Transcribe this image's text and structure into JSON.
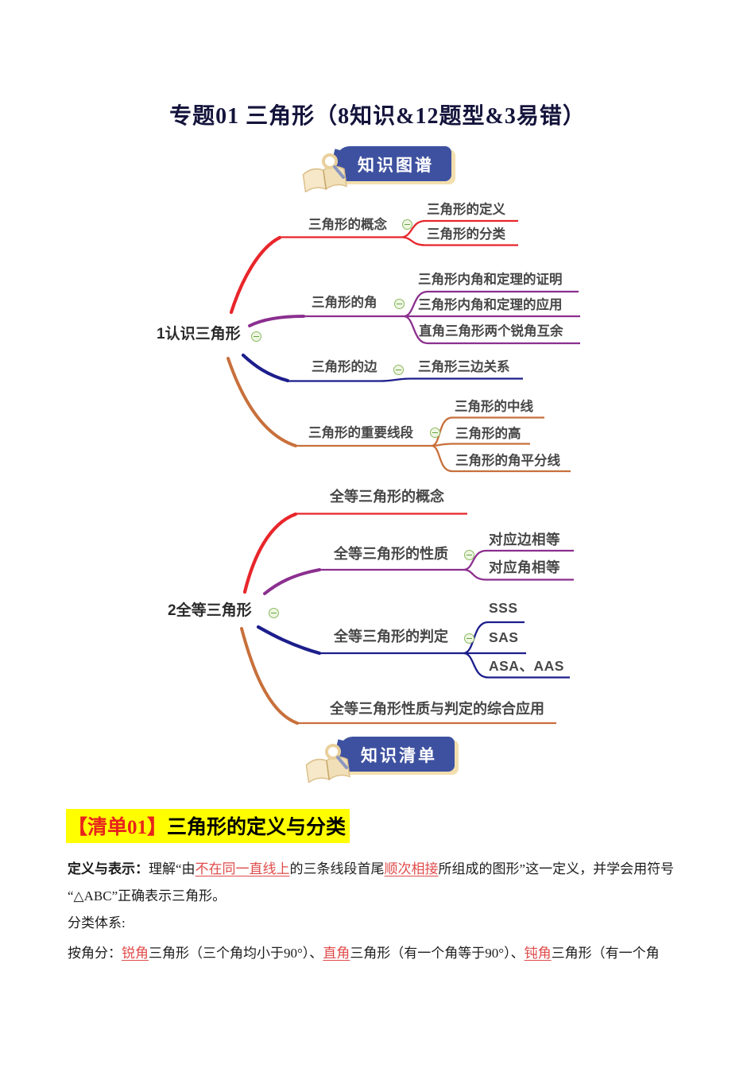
{
  "title": "专题01 三角形（8知识&12题型&3易错）",
  "banners": {
    "map": "知识图谱",
    "list": "知识清单"
  },
  "colors": {
    "red_branch": "#e8262b",
    "purple_branch": "#8b2f8f",
    "navy_branch": "#1c1e8c",
    "orange_branch": "#c8703c",
    "banner_blue": "#3e51a0",
    "banner_cream": "#f3dfae",
    "highlight_yellow": "#ffff00",
    "heading_red": "#e8231d",
    "accent_red_text": "#e04b4b",
    "collapse_green": "#66a33e"
  },
  "mindmap": {
    "roots": [
      {
        "label": "1认识三角形",
        "branches": [
          {
            "label": "三角形的概念",
            "children": [
              "三角形的定义",
              "三角形的分类"
            ]
          },
          {
            "label": "三角形的角",
            "children": [
              "三角形内角和定理的证明",
              "三角形内角和定理的应用",
              "直角三角形两个锐角互余"
            ]
          },
          {
            "label": "三角形的边",
            "children": [
              "三角形三边关系"
            ]
          },
          {
            "label": "三角形的重要线段",
            "children": [
              "三角形的中线",
              "三角形的高",
              "三角形的角平分线"
            ]
          }
        ]
      },
      {
        "label": "2全等三角形",
        "branches": [
          {
            "label": "全等三角形的概念",
            "children": []
          },
          {
            "label": "全等三角形的性质",
            "children": [
              "对应边相等",
              "对应角相等"
            ]
          },
          {
            "label": "全等三角形的判定",
            "children": [
              "SSS",
              "SAS",
              "ASA、AAS"
            ]
          },
          {
            "label": "全等三角形性质与判定的综合应用",
            "children": []
          }
        ]
      }
    ]
  },
  "section": {
    "tag": "【清单01】",
    "title": "三角形的定义与分类"
  },
  "body": {
    "p1": {
      "bold": "定义与表示：",
      "r1": "理解“由",
      "red1": "不在同一直线上",
      "r2": "的三条线段首尾",
      "red2": "顺次相接",
      "r3": "所组成的图形”这一定义，并学会用符号"
    },
    "p2": "“△ABC”正确表示三角形。",
    "p3": "分类体系:",
    "p4": {
      "r1": "按角分：",
      "red1": "锐角",
      "r2": "三角形（三个角均小于90°）、",
      "red2": "直角",
      "r3": "三角形（有一个角等于90°）、",
      "red3": "钝角",
      "r4": "三角形（有一个角"
    }
  }
}
